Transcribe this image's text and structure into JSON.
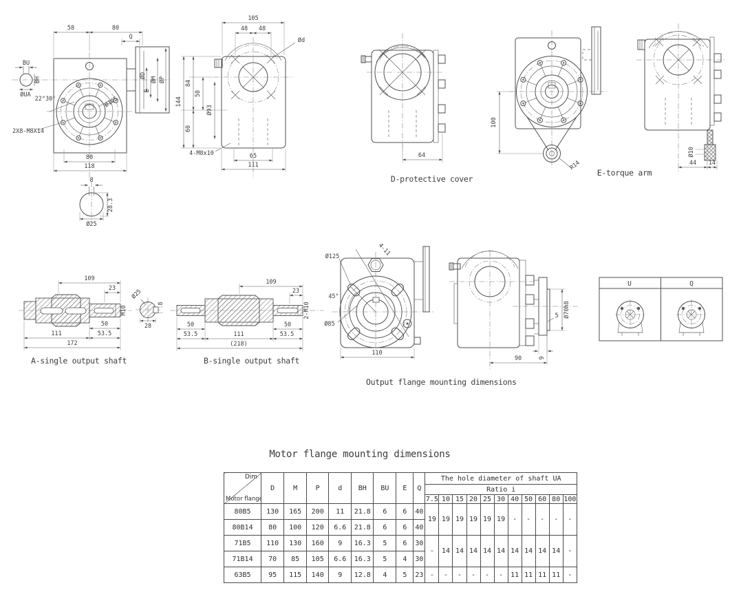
{
  "captions": {
    "d_cover": "D-protective cover",
    "e_arm": "E-torque arm",
    "a_shaft": "A-single output shaft",
    "b_shaft": "B-single output shaft",
    "output_flange": "Output flange mounting dimensions",
    "table_title": "Motor flange mounting dimensions"
  },
  "front_view": {
    "dim_58": "58",
    "dim_80_top": "80",
    "dim_q": "Q",
    "label_bu": "BU",
    "label_bh": "BH",
    "label_ua": "ØUA",
    "angle": "22°30'",
    "dim_105": "Ø105",
    "bolt_note": "2X8-M8X14",
    "dim_80_bottom": "80",
    "dim_118": "118",
    "label_od": "ØD",
    "label_om": "ØM",
    "label_op": "ØP",
    "label_e": "E",
    "key_8": "8",
    "key_283": "28.3",
    "dim_25": "Ø25"
  },
  "top_view": {
    "dim_105": "105",
    "dim_48l": "48",
    "dim_48r": "48",
    "label_od": "Ød",
    "dim_144": "144",
    "dim_84": "84",
    "dim_50": "50",
    "dim_60": "60",
    "dim_93": "Ø93",
    "tap_note": "4-M8x10",
    "dim_65": "65",
    "dim_111": "111"
  },
  "d_cover_view": {
    "dim_64": "64"
  },
  "e_arm_view": {
    "dim_100": "100",
    "dim_r14": "R14"
  },
  "e_side_view": {
    "dim_10": "Ø10",
    "dim_44": "44",
    "dim_14": "14"
  },
  "a_shaft_view": {
    "dim_109": "109",
    "dim_23": "23",
    "label_m10": "M10",
    "dim_50": "50",
    "dim_111": "111",
    "dim_535": "53.5",
    "dim_172": "172",
    "sec_dia": "Ø25",
    "sec_28": "28",
    "sec_8": "8"
  },
  "b_shaft_view": {
    "dim_109": "109",
    "dim_23": "23",
    "label_2m10": "2-M10",
    "dim_50l": "50",
    "dim_50r": "50",
    "dim_535l": "53.5",
    "dim_111": "111",
    "dim_535r": "53.5",
    "dim_218": "(218)"
  },
  "flange_view": {
    "dim_125": "Ø125",
    "holes": "4-11",
    "angle_45": "45°",
    "dim_85": "Ø85",
    "dim_110": "110"
  },
  "flange_side_view": {
    "dim_70": "Ø70h8",
    "dim_5": "5",
    "dim_9": "9",
    "dim_90": "90"
  },
  "uq_views": {
    "u_label": "U",
    "q_label": "Q"
  },
  "table": {
    "title_corner_top": "Dim",
    "title_corner_bottom": "Motor flange",
    "dim_columns": [
      "D",
      "M",
      "P",
      "d",
      "BH",
      "BU",
      "E",
      "Q"
    ],
    "hole_header": "The hole diameter of shaft UA",
    "ratio_header": "Ratio i",
    "ratio_columns": [
      "7.5",
      "10",
      "15",
      "20",
      "25",
      "30",
      "40",
      "50",
      "60",
      "80",
      "100"
    ],
    "rows": [
      {
        "flange": "80B5",
        "values": [
          "130",
          "165",
          "200",
          "11",
          "21.8",
          "6",
          "6",
          "40"
        ]
      },
      {
        "flange": "80B14",
        "values": [
          "80",
          "100",
          "120",
          "6.6",
          "21.8",
          "6",
          "6",
          "40"
        ]
      },
      {
        "flange": "71B5",
        "values": [
          "110",
          "130",
          "160",
          "9",
          "16.3",
          "5",
          "6",
          "30"
        ]
      },
      {
        "flange": "71B14",
        "values": [
          "70",
          "85",
          "105",
          "6.6",
          "16.3",
          "5",
          "4",
          "30"
        ]
      },
      {
        "flange": "63B5",
        "values": [
          "95",
          "115",
          "140",
          "9",
          "12.8",
          "4",
          "5",
          "23"
        ]
      }
    ],
    "hole_groups": [
      {
        "values": [
          "19",
          "19",
          "19",
          "19",
          "19",
          "19",
          "-",
          "-",
          "-",
          "-",
          "-"
        ]
      },
      {
        "values": [
          "-",
          "14",
          "14",
          "14",
          "14",
          "14",
          "14",
          "14",
          "14",
          "14",
          "-"
        ]
      },
      {
        "values": [
          "-",
          "-",
          "-",
          "-",
          "-",
          "-",
          "11",
          "11",
          "11",
          "11",
          "-"
        ]
      }
    ]
  }
}
